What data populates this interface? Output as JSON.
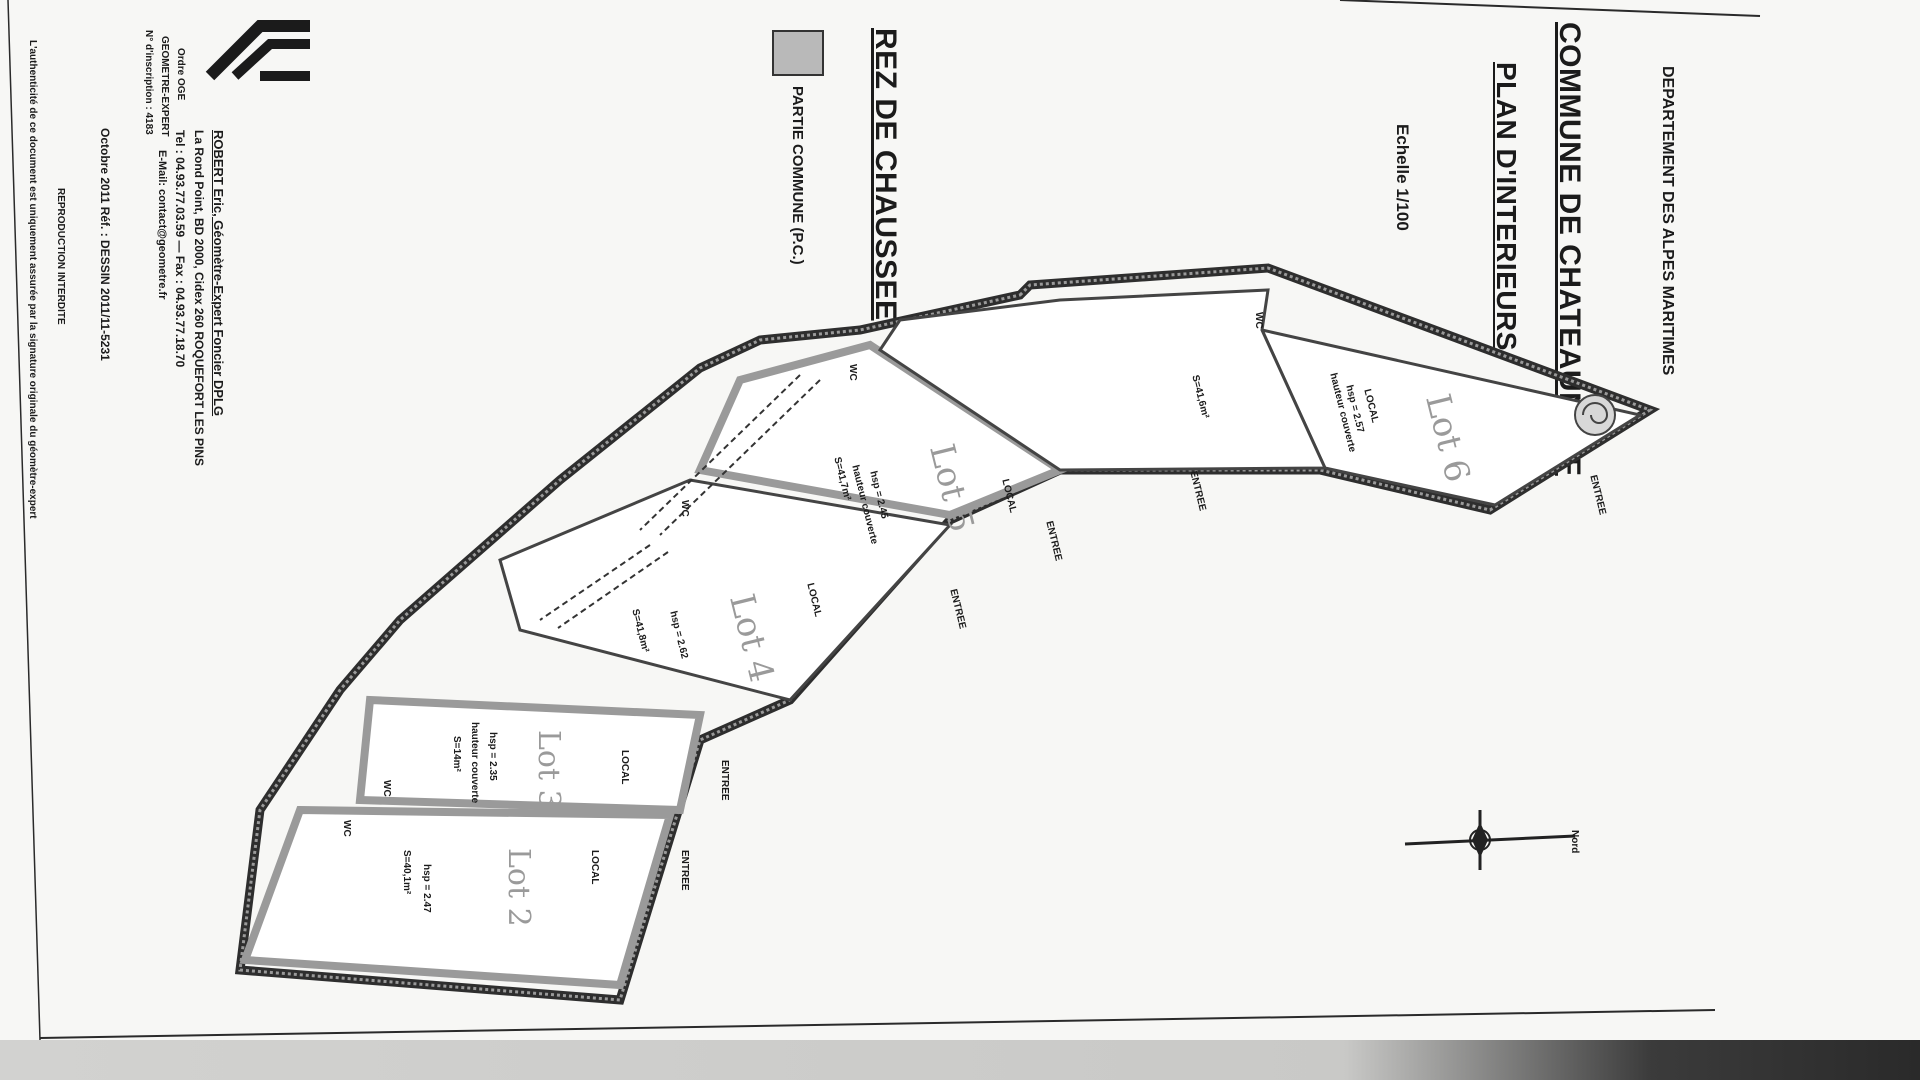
{
  "header": {
    "department": "DEPARTEMENT DES ALPES MARITIMES",
    "commune": "COMMUNE DE CHATEAUNEUF",
    "plan": "PLAN D'INTERIEURS",
    "scale": "Echelle 1/100"
  },
  "level": {
    "name": "REZ DE CHAUSSEE",
    "legend_label": "PARTIE COMMUNE (P.C.)",
    "legend_color": "#b9b9b9"
  },
  "footer": {
    "office_lines": [
      "ROBERT Eric, Géomètre-Expert Foncier DPLG",
      "La Rond Point, BD 2000, Cidex 260 ROQUEFORT LES PINS",
      "Tel : 04.93.77.03.59 — Fax : 04.93.77.18.70",
      "E-Mail: contact@geometre.fr"
    ],
    "left_lines": [
      "Ordre OGE",
      "GEOMETRE-EXPERT",
      "N° d'inscription : 4183"
    ],
    "date_ref": "Octobre 2011 Réf. : DESSIN 2011/11-5231",
    "reproduction": "REPRODUCTION INTERDITE",
    "notice": "L'authenticité de ce document est uniquement assurée par la signature originale du géomètre-expert"
  },
  "lots": [
    {
      "label": "Lot 6",
      "usage": "LOCAL",
      "hsp": "hsp = 2.57",
      "extra": "hauteur couverte",
      "surface": "S=41,6m²"
    },
    {
      "label": "Lot 5",
      "usage": "LOCAL",
      "hsp": "hsp = 2.45",
      "extra": "hauteur couverte",
      "surface": "S=41,7m²"
    },
    {
      "label": "Lot 4",
      "usage": "LOCAL",
      "hsp": "hsp = 2.62",
      "extra": "",
      "surface": "S=41,8m²"
    },
    {
      "label": "Lot 3",
      "usage": "LOCAL",
      "hsp": "hsp = 2.35",
      "extra": "hauteur couverte",
      "surface": "S=14m²"
    },
    {
      "label": "Lot 2",
      "usage": "LOCAL",
      "hsp": "hsp = 2.47",
      "extra": "",
      "surface": "S=40,1m²"
    }
  ],
  "labels": {
    "entree": "ENTREE",
    "wc": "WC",
    "compass_north": "Nord"
  }
}
